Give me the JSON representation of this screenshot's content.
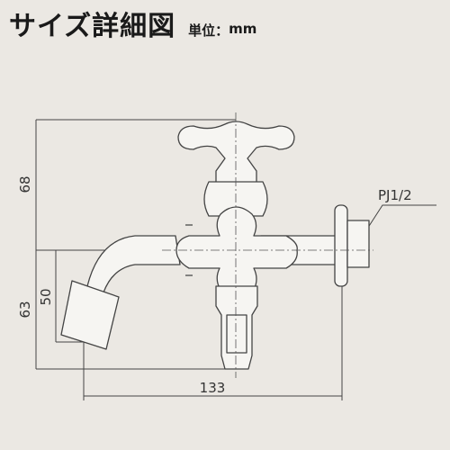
{
  "header": {
    "title": "サイズ詳細図",
    "unit_label": "単位：",
    "unit_value": "mm"
  },
  "dimensions": {
    "overall_width": "133",
    "upper_height": "68",
    "lower_height": "63",
    "spout_height": "50"
  },
  "labels": {
    "thread": "PJ1/2"
  },
  "colors": {
    "background": "#ebe8e3",
    "line": "#444444",
    "fill": "#f6f5f2"
  }
}
